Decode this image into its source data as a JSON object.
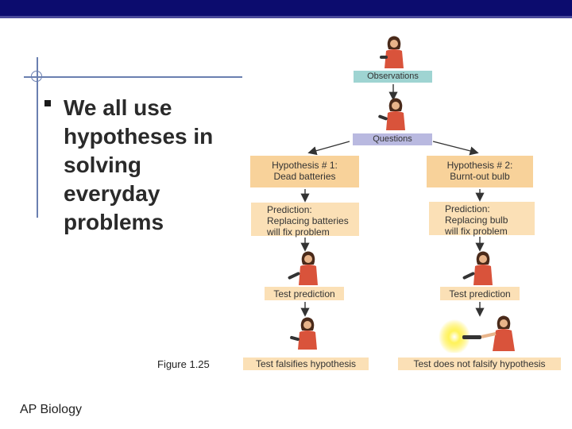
{
  "bullet": {
    "text": "We all use hypotheses in solving everyday problems"
  },
  "figure_caption": "Figure 1.25",
  "footer": "AP Biology",
  "diagram": {
    "observations": "Observations",
    "questions": "Questions",
    "hypothesis_1": [
      "Hypothesis # 1:",
      "Dead batteries"
    ],
    "hypothesis_2": [
      "Hypothesis # 2:",
      "Burnt-out bulb"
    ],
    "prediction_1": [
      "Prediction:",
      "Replacing batteries",
      "will fix problem"
    ],
    "prediction_2": [
      "Prediction:",
      "Replacing bulb",
      "will fix problem"
    ],
    "test_1": "Test prediction",
    "test_2": "Test prediction",
    "result_1": "Test falsifies hypothesis",
    "result_2": "Test does not falsify hypothesis"
  },
  "colors": {
    "title_bar": "#0c0c6e",
    "observations_box": "#9fd4d2",
    "questions_box": "#b9b9e0",
    "hypothesis_box": "#f8d29a",
    "step_box": "#fbe0b6",
    "light_glow": "#ffe600"
  }
}
